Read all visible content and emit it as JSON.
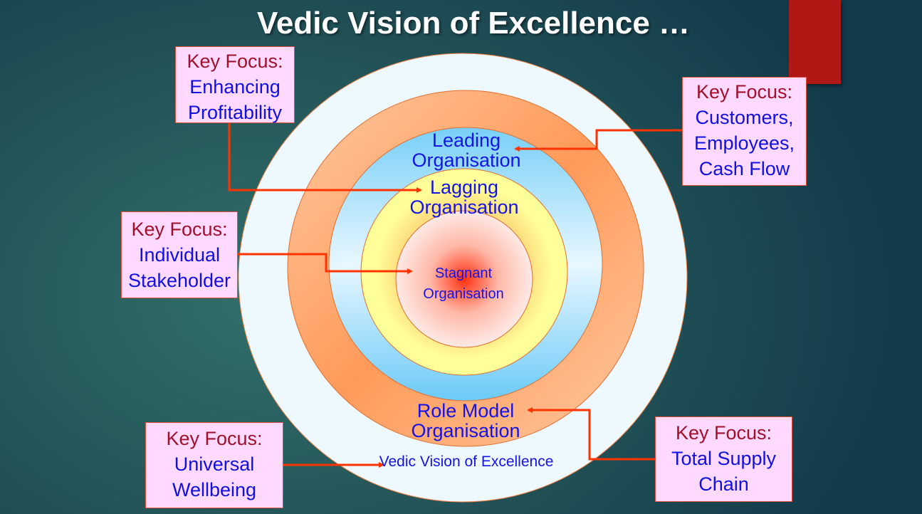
{
  "title": "Vedic Vision of Excellence …",
  "rings": {
    "outer": "Vedic Vision of Excellence",
    "role_model": [
      "Role Model",
      "Organisation"
    ],
    "leading": [
      "Leading",
      "Organisation"
    ],
    "lagging": [
      "Lagging",
      "Organisation"
    ],
    "stagnant": [
      "Stagnant",
      "Organisation"
    ]
  },
  "focus_boxes": {
    "profitability": {
      "key": "Key Focus:",
      "lines": [
        "Enhancing",
        "Profitability"
      ]
    },
    "customers": {
      "key": "Key Focus:",
      "lines": [
        "Customers,",
        "Employees,",
        "Cash Flow"
      ]
    },
    "stakeholder": {
      "key": "Key Focus:",
      "lines": [
        "Individual",
        "Stakeholder"
      ]
    },
    "wellbeing": {
      "key": "Key Focus:",
      "lines": [
        "Universal",
        "Wellbeing"
      ]
    },
    "supply_chain": {
      "key": "Key Focus:",
      "lines": [
        "Total Supply",
        "Chain"
      ]
    }
  },
  "colors": {
    "arrow": "#ff3300",
    "accent_bar": "#b01815",
    "box_fill": "#ffd9ff",
    "text_blue": "#1414e6",
    "key_red": "#a0102a"
  }
}
